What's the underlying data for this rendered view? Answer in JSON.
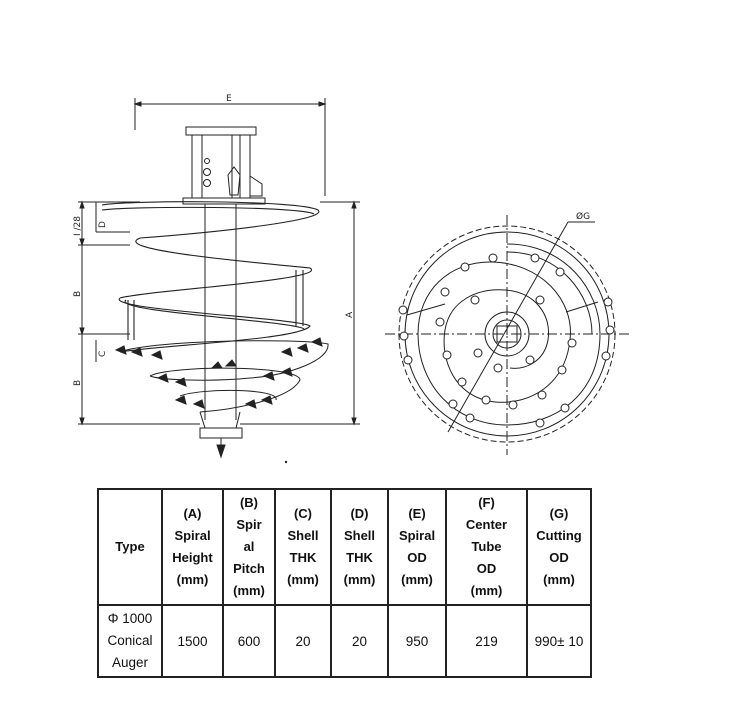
{
  "drawing": {
    "dim_labels": {
      "E": "E",
      "A": "A",
      "B_upper": "B",
      "B_lower": "B",
      "C": "C",
      "D": "D",
      "I28": "I /28",
      "G": "ØG"
    }
  },
  "table": {
    "header": {
      "type": [
        "Type"
      ],
      "A": [
        "(A)",
        "Spiral",
        "Height",
        "(mm)"
      ],
      "B": [
        "(B)",
        "Spir",
        "al",
        "Pitch",
        "(mm)"
      ],
      "C": [
        "(C)",
        "Shell",
        "THK",
        "(mm)"
      ],
      "D": [
        "(D)",
        "Shell",
        "THK",
        "(mm)"
      ],
      "E": [
        "(E)",
        "Spiral",
        "OD",
        "(mm)"
      ],
      "F": [
        "(F)",
        "Center",
        "Tube",
        "OD",
        "(mm)"
      ],
      "G": [
        "(G)",
        "Cutting",
        "OD",
        "(mm)"
      ]
    },
    "row": {
      "type": [
        "Φ 1000",
        "Conical",
        "Auger"
      ],
      "A": "1500",
      "B": "600",
      "C": "20",
      "D": "20",
      "E": "950",
      "F": "219",
      "G": "990± 10"
    }
  }
}
